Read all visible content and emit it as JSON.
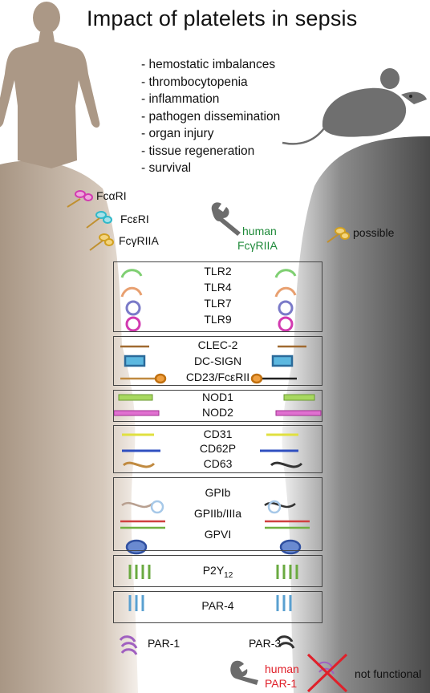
{
  "title": "Impact of platelets in sepsis",
  "impacts": [
    "- hemostatic imbalances",
    "- thrombocytopenia",
    "- inflammation",
    "- pathogen dissemination",
    "- organ injury",
    "- tissue regeneration",
    "- survival"
  ],
  "fc_receptors": [
    "FcαRI",
    "FcεRI",
    "FcγRIIA"
  ],
  "human_fcgriia": {
    "line1": "human",
    "line2": "FcγRIIA",
    "note": "possible",
    "color": "#1f8a3a"
  },
  "groups": {
    "tlr": [
      "TLR2",
      "TLR4",
      "TLR7",
      "TLR9"
    ],
    "lectin": [
      "CLEC-2",
      "DC-SIGN",
      "CD23/FcεRII"
    ],
    "nod": [
      "NOD1",
      "NOD2"
    ],
    "adhesion": [
      "CD31",
      "CD62P",
      "CD63"
    ],
    "glycoprotein": [
      "GPIb",
      "GPIIb/IIIa",
      "GPVI"
    ],
    "p2y": {
      "base": "P2Y",
      "sub": "12"
    },
    "par4": [
      "PAR-4"
    ]
  },
  "par1": "PAR-1",
  "par3": "PAR-3",
  "human_par1": {
    "line1": "human",
    "line2": "PAR-1",
    "note": "not functional",
    "color": "#e0202a"
  },
  "colors": {
    "human_silhouette": "#ab9886",
    "mouse_silhouette": "#707070",
    "human_gradient_light": "#e8e0d8",
    "mouse_gradient_dark": "#555555"
  },
  "icons": [
    "human-silhouette",
    "mouse-silhouette",
    "wrench-icon",
    "red-cross-icon"
  ]
}
